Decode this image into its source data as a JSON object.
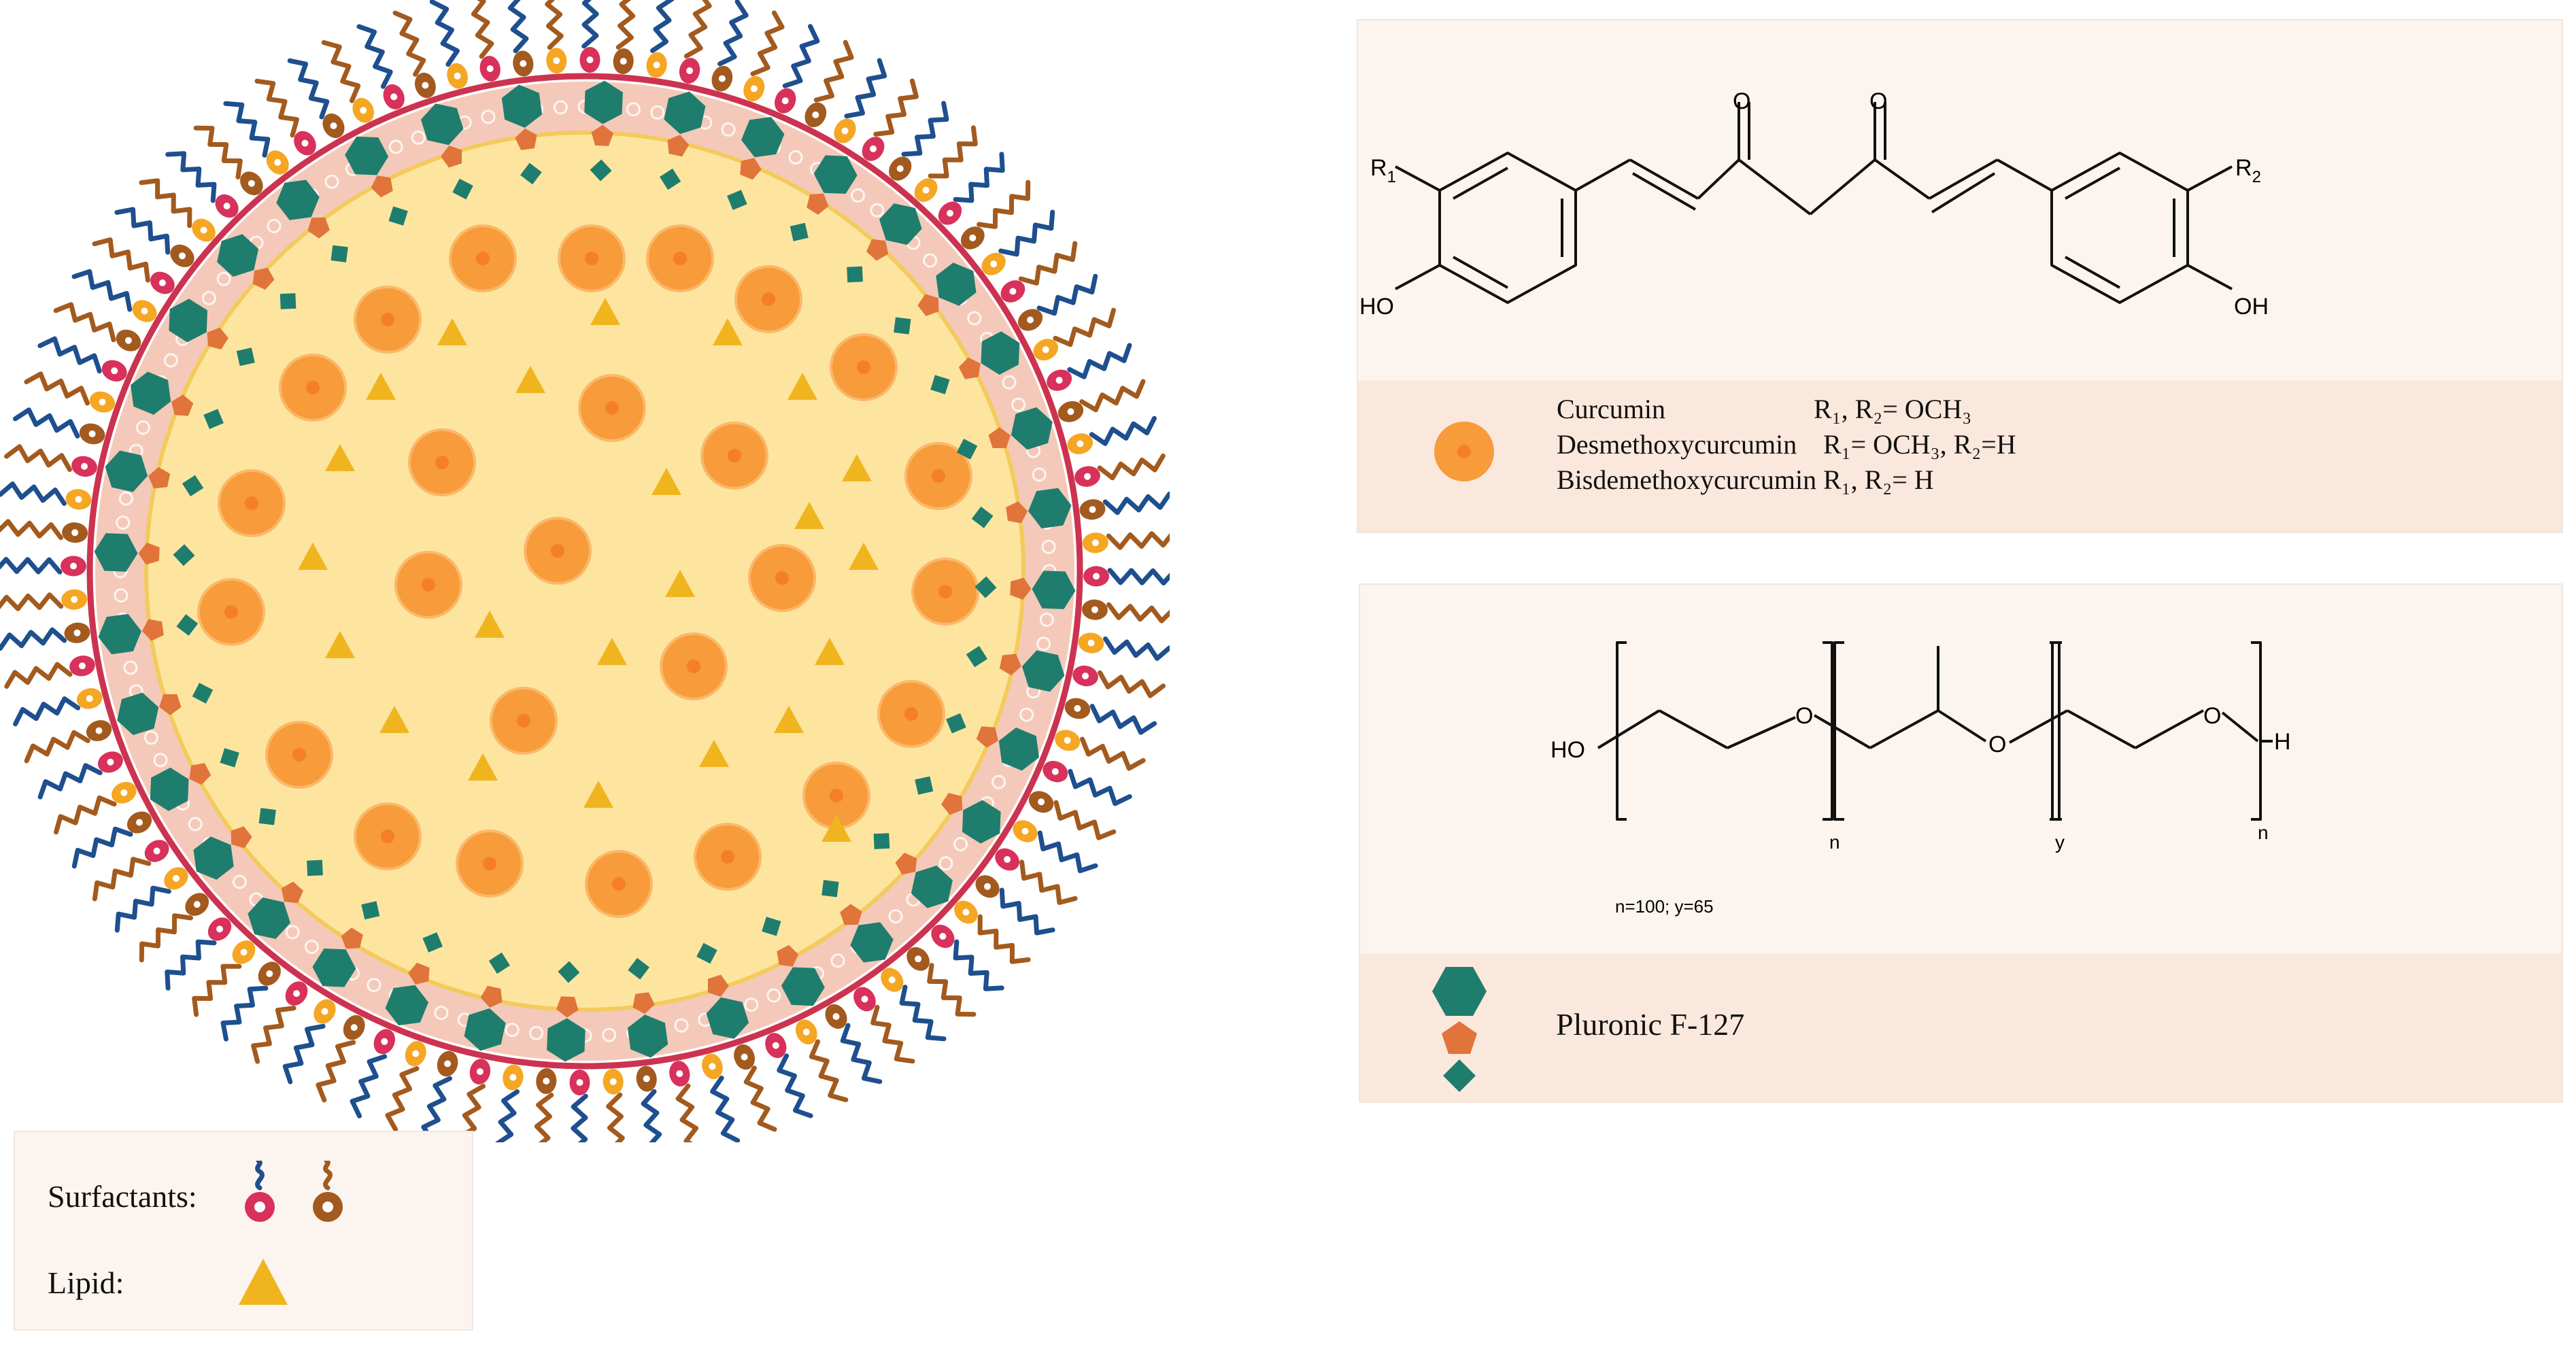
{
  "nanoparticle": {
    "colors": {
      "core_fill": "#fde5a0",
      "core_edge": "#f3cb5c",
      "shell": "#f4c9b9",
      "membrane_line": "#cc3350",
      "curcumin": "#f79b3b",
      "curcumin_center": "#f57f29",
      "lipid": "#f0b51e",
      "pluronic_hexagon": "#1f7d6d",
      "pluronic_pentagon": "#e1743a",
      "pluronic_diamond": "#1f7d6d",
      "surfactant_pink": "#d8315b",
      "surfactant_brown": "#a35a1e",
      "tail_blue": "#1e4f8e",
      "tail_brown": "#a35a1e",
      "headgroup_orange": "#f5a623"
    }
  },
  "legend_box": {
    "surfactants_label": "Surfactants:",
    "lipid_label": "Lipid:"
  },
  "curcumin_panel": {
    "structure_labels": {
      "r1": "R",
      "r1_sub": "1",
      "r2": "R",
      "r2_sub": "2",
      "ho": "HO",
      "oh": "OH",
      "o_left": "O",
      "o_right": "O"
    },
    "compounds": [
      {
        "name": "Curcumin",
        "substituents": "R₁, R₂= OCH₃"
      },
      {
        "name": "Desmethoxycurcumin",
        "substituents": "R₁= OCH₃, R₂=H"
      },
      {
        "name": "Bisdemethoxycurcumin",
        "substituents": "R₁, R₂= H"
      }
    ]
  },
  "pluronic_panel": {
    "structure_labels": {
      "ho": "HO",
      "o1": "O",
      "o2": "O",
      "o3": "O",
      "h": "H",
      "n1": "n",
      "y": "y",
      "n2": "n"
    },
    "composition": "n=100; y=65",
    "legend_name": "Pluronic F-127"
  }
}
